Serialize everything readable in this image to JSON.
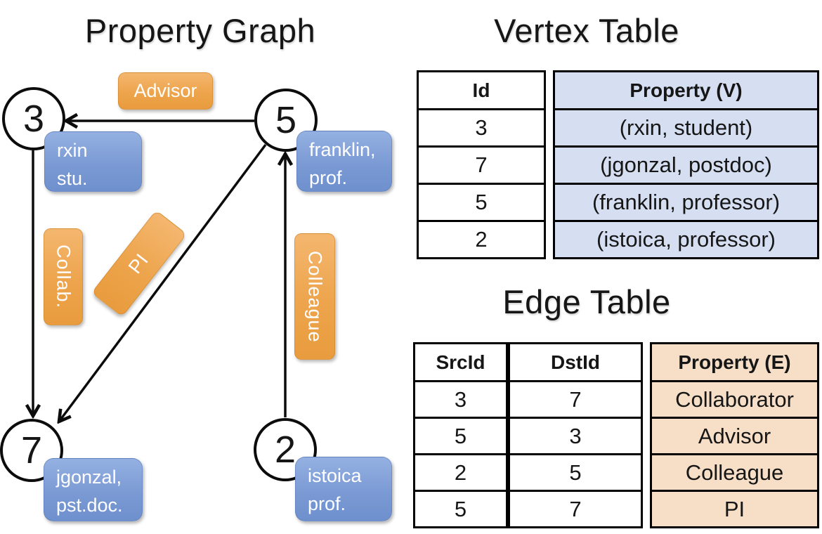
{
  "graph": {
    "title": "Property Graph",
    "nodes": [
      {
        "id": "3",
        "property_line1": "rxin",
        "property_line2": "stu."
      },
      {
        "id": "5",
        "property_line1": "franklin,",
        "property_line2": "prof."
      },
      {
        "id": "7",
        "property_line1": "jgonzal,",
        "property_line2": "pst.doc."
      },
      {
        "id": "2",
        "property_line1": "istoica",
        "property_line2": "prof."
      }
    ],
    "edge_labels": {
      "advisor": "Advisor",
      "collab": "Collab.",
      "pi": "PI",
      "colleague": "Colleague"
    }
  },
  "vertex_table": {
    "title": "Vertex Table",
    "headers": {
      "id": "Id",
      "property": "Property (V)"
    },
    "rows": [
      {
        "id": "3",
        "property": "(rxin, student)"
      },
      {
        "id": "7",
        "property": "(jgonzal, postdoc)"
      },
      {
        "id": "5",
        "property": "(franklin, professor)"
      },
      {
        "id": "2",
        "property": "(istoica, professor)"
      }
    ]
  },
  "edge_table": {
    "title": "Edge Table",
    "headers": {
      "src": "SrcId",
      "dst": "DstId",
      "property": "Property (E)"
    },
    "rows": [
      {
        "src": "3",
        "dst": "7",
        "property": "Collaborator"
      },
      {
        "src": "5",
        "dst": "3",
        "property": "Advisor"
      },
      {
        "src": "2",
        "dst": "5",
        "property": "Colleague"
      },
      {
        "src": "5",
        "dst": "7",
        "property": "PI"
      }
    ]
  },
  "colors": {
    "edge_label_orange": "#EDA44C",
    "vertex_label_blue": "#7B9AD4",
    "vertex_table_fill": "#D5DFF1",
    "edge_table_fill": "#F6DFC6",
    "line_black": "#000000"
  }
}
